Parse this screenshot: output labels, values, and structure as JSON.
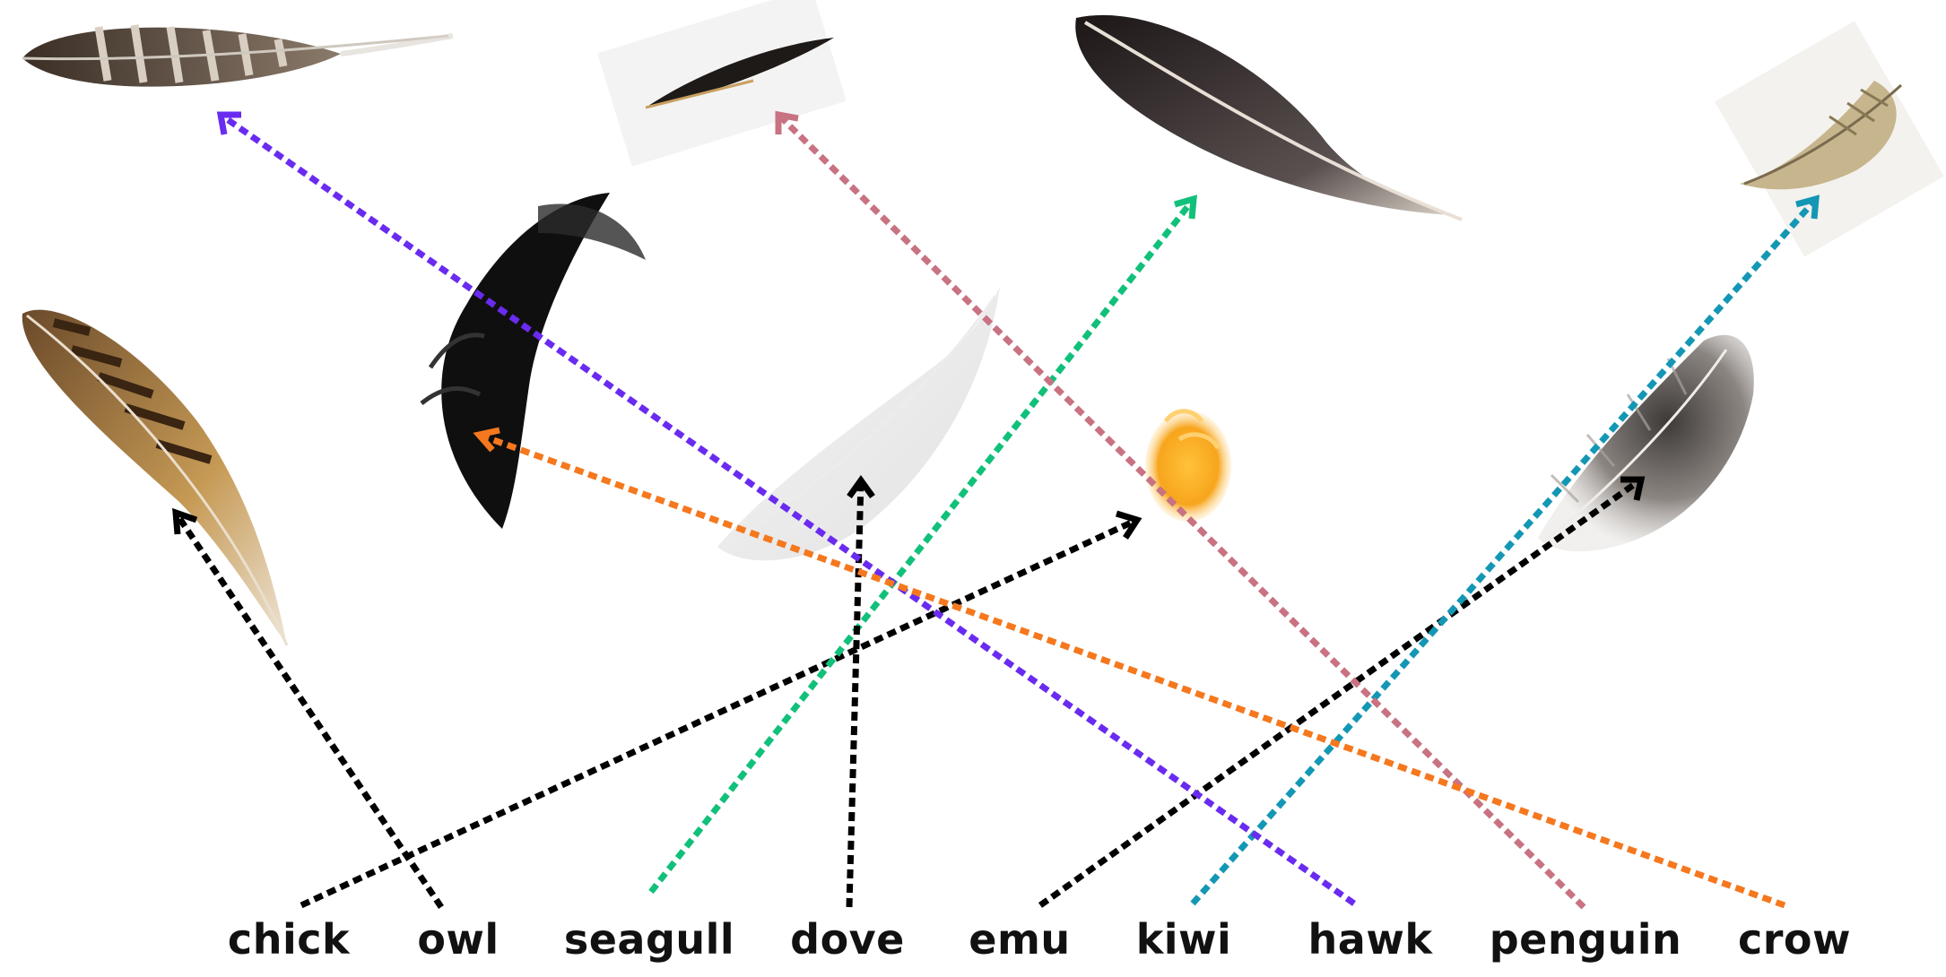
{
  "labels": {
    "chick": "chick",
    "owl": "owl",
    "seagull": "seagull",
    "dove": "dove",
    "emu": "emu",
    "kiwi": "kiwi",
    "hawk": "hawk",
    "penguin": "penguin",
    "crow": "crow"
  },
  "colors": {
    "black": "#000000",
    "purple": "#6a2bf0",
    "pink": "#c87282",
    "green": "#11c07a",
    "teal": "#1497b4",
    "orange": "#f5781e"
  },
  "connections": [
    {
      "from": "owl",
      "to": "brown-banded-feather",
      "color": "black"
    },
    {
      "from": "chick",
      "to": "yellow-fluffy-feather",
      "color": "black"
    },
    {
      "from": "seagull",
      "to": "dark-grey-wing-feather",
      "color": "green"
    },
    {
      "from": "dove",
      "to": "white-feather",
      "color": "black"
    },
    {
      "from": "emu",
      "to": "grey-fluffy-feather",
      "color": "black"
    },
    {
      "from": "kiwi",
      "to": "tan-small-feather",
      "color": "teal"
    },
    {
      "from": "hawk",
      "to": "striped-barred-feather",
      "color": "purple"
    },
    {
      "from": "penguin",
      "to": "small-dark-feather",
      "color": "pink"
    },
    {
      "from": "crow",
      "to": "black-curved-feather",
      "color": "orange"
    }
  ]
}
